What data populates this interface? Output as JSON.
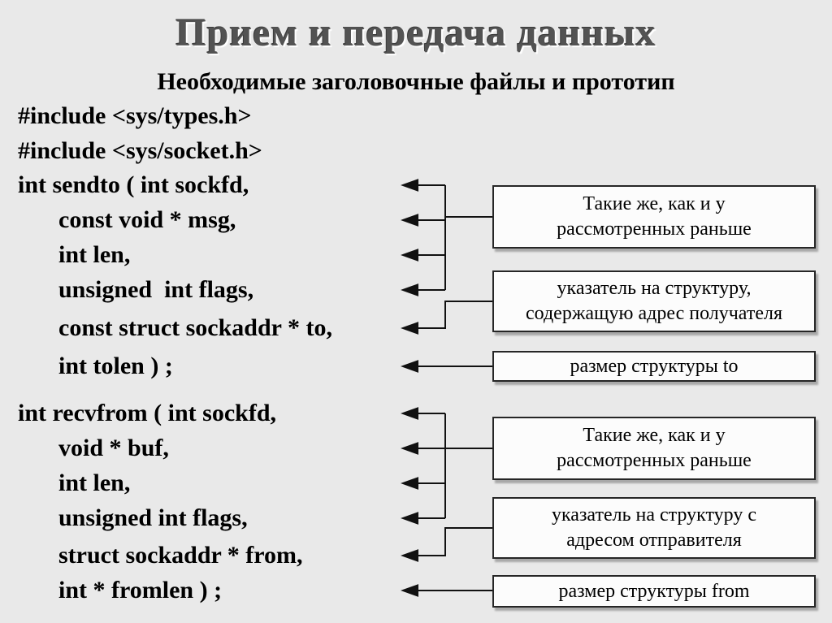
{
  "slide": {
    "title": "Прием и передача данных",
    "subtitle": "Необходимые заголовочные файлы и прототип"
  },
  "code": {
    "includes": [
      "#include <sys/types.h>",
      "#include <sys/socket.h>"
    ],
    "sendto": [
      "int sendto ( int sockfd,",
      "const void * msg,",
      "int len,",
      "unsigned  int flags,",
      "const struct sockaddr * to,",
      "int tolen ) ;"
    ],
    "recvfrom": [
      "int recvfrom ( int sockfd,",
      "void * buf,",
      "int len,",
      "unsigned int flags,",
      "struct sockaddr * from,",
      "int * fromlen ) ;"
    ]
  },
  "callouts": {
    "sendto_common": "Такие же, как и у\nрассмотренных раньше",
    "sendto_to": "указатель на структуру,\nсодержащую адрес получателя",
    "sendto_tolen": "размер структуры to",
    "recvfrom_common": "Такие же, как и у\nрассмотренных раньше",
    "recvfrom_from": "указатель на структуру с\nадресом отправителя",
    "recvfrom_fromlen": "размер структуры from"
  },
  "colors": {
    "background": "#e9e9e9",
    "title_fill": "#535353",
    "text": "#000000",
    "box_background": "#fcfcfc",
    "box_border": "#262626",
    "connector": "#111111"
  }
}
